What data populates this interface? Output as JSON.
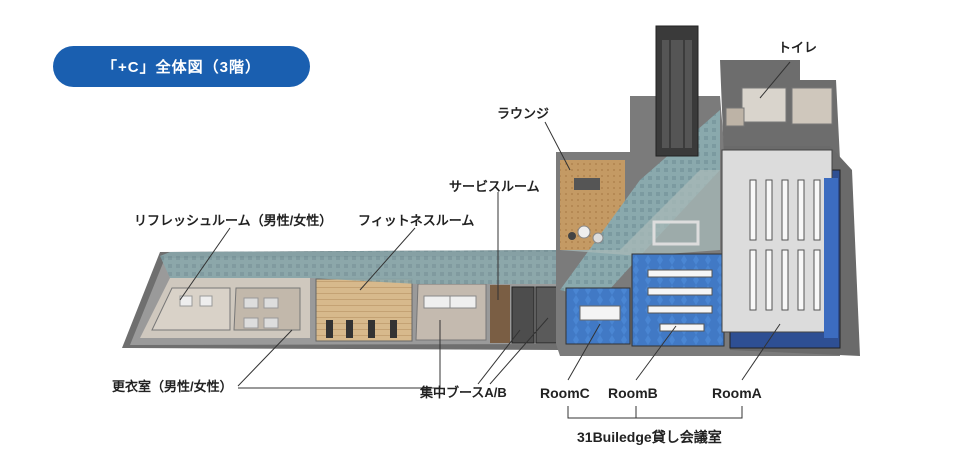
{
  "title": "「+C」全体図（3階）",
  "labels": {
    "toilet": "トイレ",
    "lounge": "ラウンジ",
    "service_room": "サービスルーム",
    "refresh_room": "リフレッシュルーム（男性/女性）",
    "fitness_room": "フィットネスルーム",
    "locker_room": "更衣室（男性/女性）",
    "focus_booth": "集中ブースA/B",
    "room_c": "RoomC",
    "room_b": "RoomB",
    "room_a": "RoomA",
    "rental_group": "31Builedge貸し会議室"
  },
  "colors": {
    "title_bg": "#1a5fb0",
    "room_blue": "#3f78c9",
    "room_a_blue": "#2a4b8e",
    "wood_floor": "#c9a574",
    "teal_carpet": "#7fa6a8",
    "wall_gray": "#8c8c8c"
  }
}
